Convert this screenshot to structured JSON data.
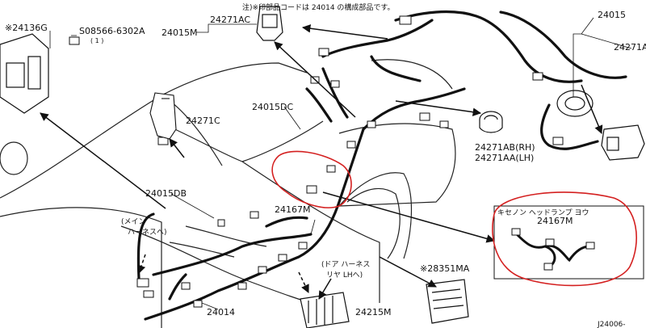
{
  "note": "注)※印部品コードは 24014 の構成部品です。",
  "parts": {
    "p24136g": "※24136G",
    "p08566": "S08566-6302A",
    "p08566_qty": "( 1 )",
    "p24015m": "24015M",
    "p24271ac": "24271AC",
    "p24015": "24015",
    "p24271a": "24271A",
    "p24271c": "24271C",
    "p24015dc": "24015DC",
    "p24271ab": "24271AB(RH)",
    "p24271aa": "24271AA(LH)",
    "p24015db": "24015DB",
    "p24167m_car": "24167M",
    "p24167m_detail": "24167M",
    "p24014": "24014",
    "p24215m": "24215M",
    "p28351ma": "※28351MA"
  },
  "callouts": {
    "main_harness_1": "(メイン",
    "main_harness_2": "ハーネスへ)",
    "door_harness_1": "(ドア ハーネス",
    "door_harness_2": "リヤ LHへ)"
  },
  "detail_box": {
    "title": "キセノン ヘッドランプ ヨウ"
  },
  "footer_code": "J24006-"
}
